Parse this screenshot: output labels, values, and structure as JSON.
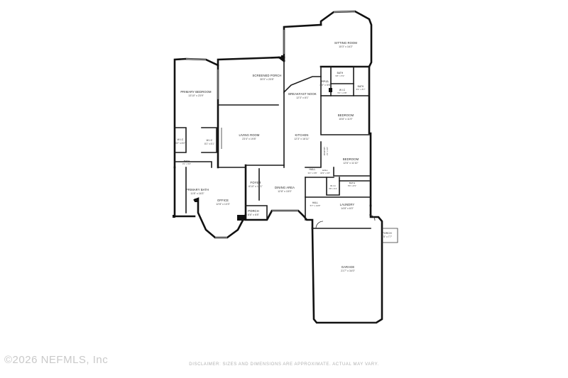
{
  "rooms": {
    "sitting_room": {
      "name": "SITTING ROOM",
      "dims": "15'3\" x 16'2\""
    },
    "screened_porch": {
      "name": "SCREENED PORCH",
      "dims": "30'0\" x 20'8\""
    },
    "primary_bedroom": {
      "name": "PRIMARY BEDROOM",
      "dims": "13'10\" x 23'9\""
    },
    "hall_top": {
      "name": "HALL",
      "dims": "3'0\" x 5'6\""
    },
    "bath_a": {
      "name": "BATH",
      "dims": "9'6\" x 5'1\""
    },
    "bath_b": {
      "name": "BATH",
      "dims": "5'6\" x 8'7\""
    },
    "wic_top": {
      "name": "W.I.C",
      "dims": "5'1\" x 3'8\""
    },
    "breakfast_nook": {
      "name": "BREAKFAST NOOK",
      "dims": "12'3\" x 8'1\""
    },
    "bedroom_a": {
      "name": "BEDROOM",
      "dims": "15'8\" x 11'9\""
    },
    "living_room": {
      "name": "LIVING ROOM",
      "dims": "23'4\" x 19'8\""
    },
    "kitchen": {
      "name": "KITCHEN",
      "dims": "12'3\" x 16'11\""
    },
    "wic_left": {
      "name": "W.I.C",
      "dims": "5'2\" x 6'0\""
    },
    "wic_mid": {
      "name": "W.I.C",
      "dims": "8'1\" x 5'1\""
    },
    "pantry": {
      "name": "PANTRY",
      "dims": "3'1\" x 3'6\""
    },
    "bedroom_b": {
      "name": "BEDROOM",
      "dims": "12'6\" x 11'10\""
    },
    "bath_c": {
      "name": "BATH",
      "dims": "3'1\" x 5'2\""
    },
    "hall_mid": {
      "name": "HALL",
      "dims": "3'2\" x 3'8\""
    },
    "hall_mid2": {
      "name": "HALL",
      "dims": "18'2\" x 3'8\""
    },
    "primary_bath": {
      "name": "PRIMARY BATH",
      "dims": "11'8\" x 16'3\""
    },
    "foyer": {
      "name": "FOYER",
      "dims": "6'10\" x 12'1\""
    },
    "dining_area": {
      "name": "DINING AREA",
      "dims": "12'8\" x 15'0\""
    },
    "wic_small": {
      "name": "W.I.C",
      "dims": "3'8\" x 5'1\""
    },
    "bath_d": {
      "name": "BATH",
      "dims": "5'6\" x 8'1\""
    },
    "office": {
      "name": "OFFICE",
      "dims": "12'8\" x 13'3\""
    },
    "hall_low": {
      "name": "HALL",
      "dims": "5'7\" x 13'8\""
    },
    "laundry": {
      "name": "LAUNDRY",
      "dims": "14'8\" x 6'0\""
    },
    "porch_front": {
      "name": "PORCH",
      "dims": "8'6\" x 6'8\""
    },
    "porch_side": {
      "name": "PORCH",
      "dims": "6'5\" x 7'7\""
    },
    "garage": {
      "name": "GARAGE",
      "dims": "21'7\" x 34'0\""
    }
  },
  "watermark": "©2026 NEFMLS, Inc",
  "disclaimer": "DISCLAIMER: SIZES AND DIMENSIONS ARE APPROXIMATE. ACTUAL MAY VARY."
}
